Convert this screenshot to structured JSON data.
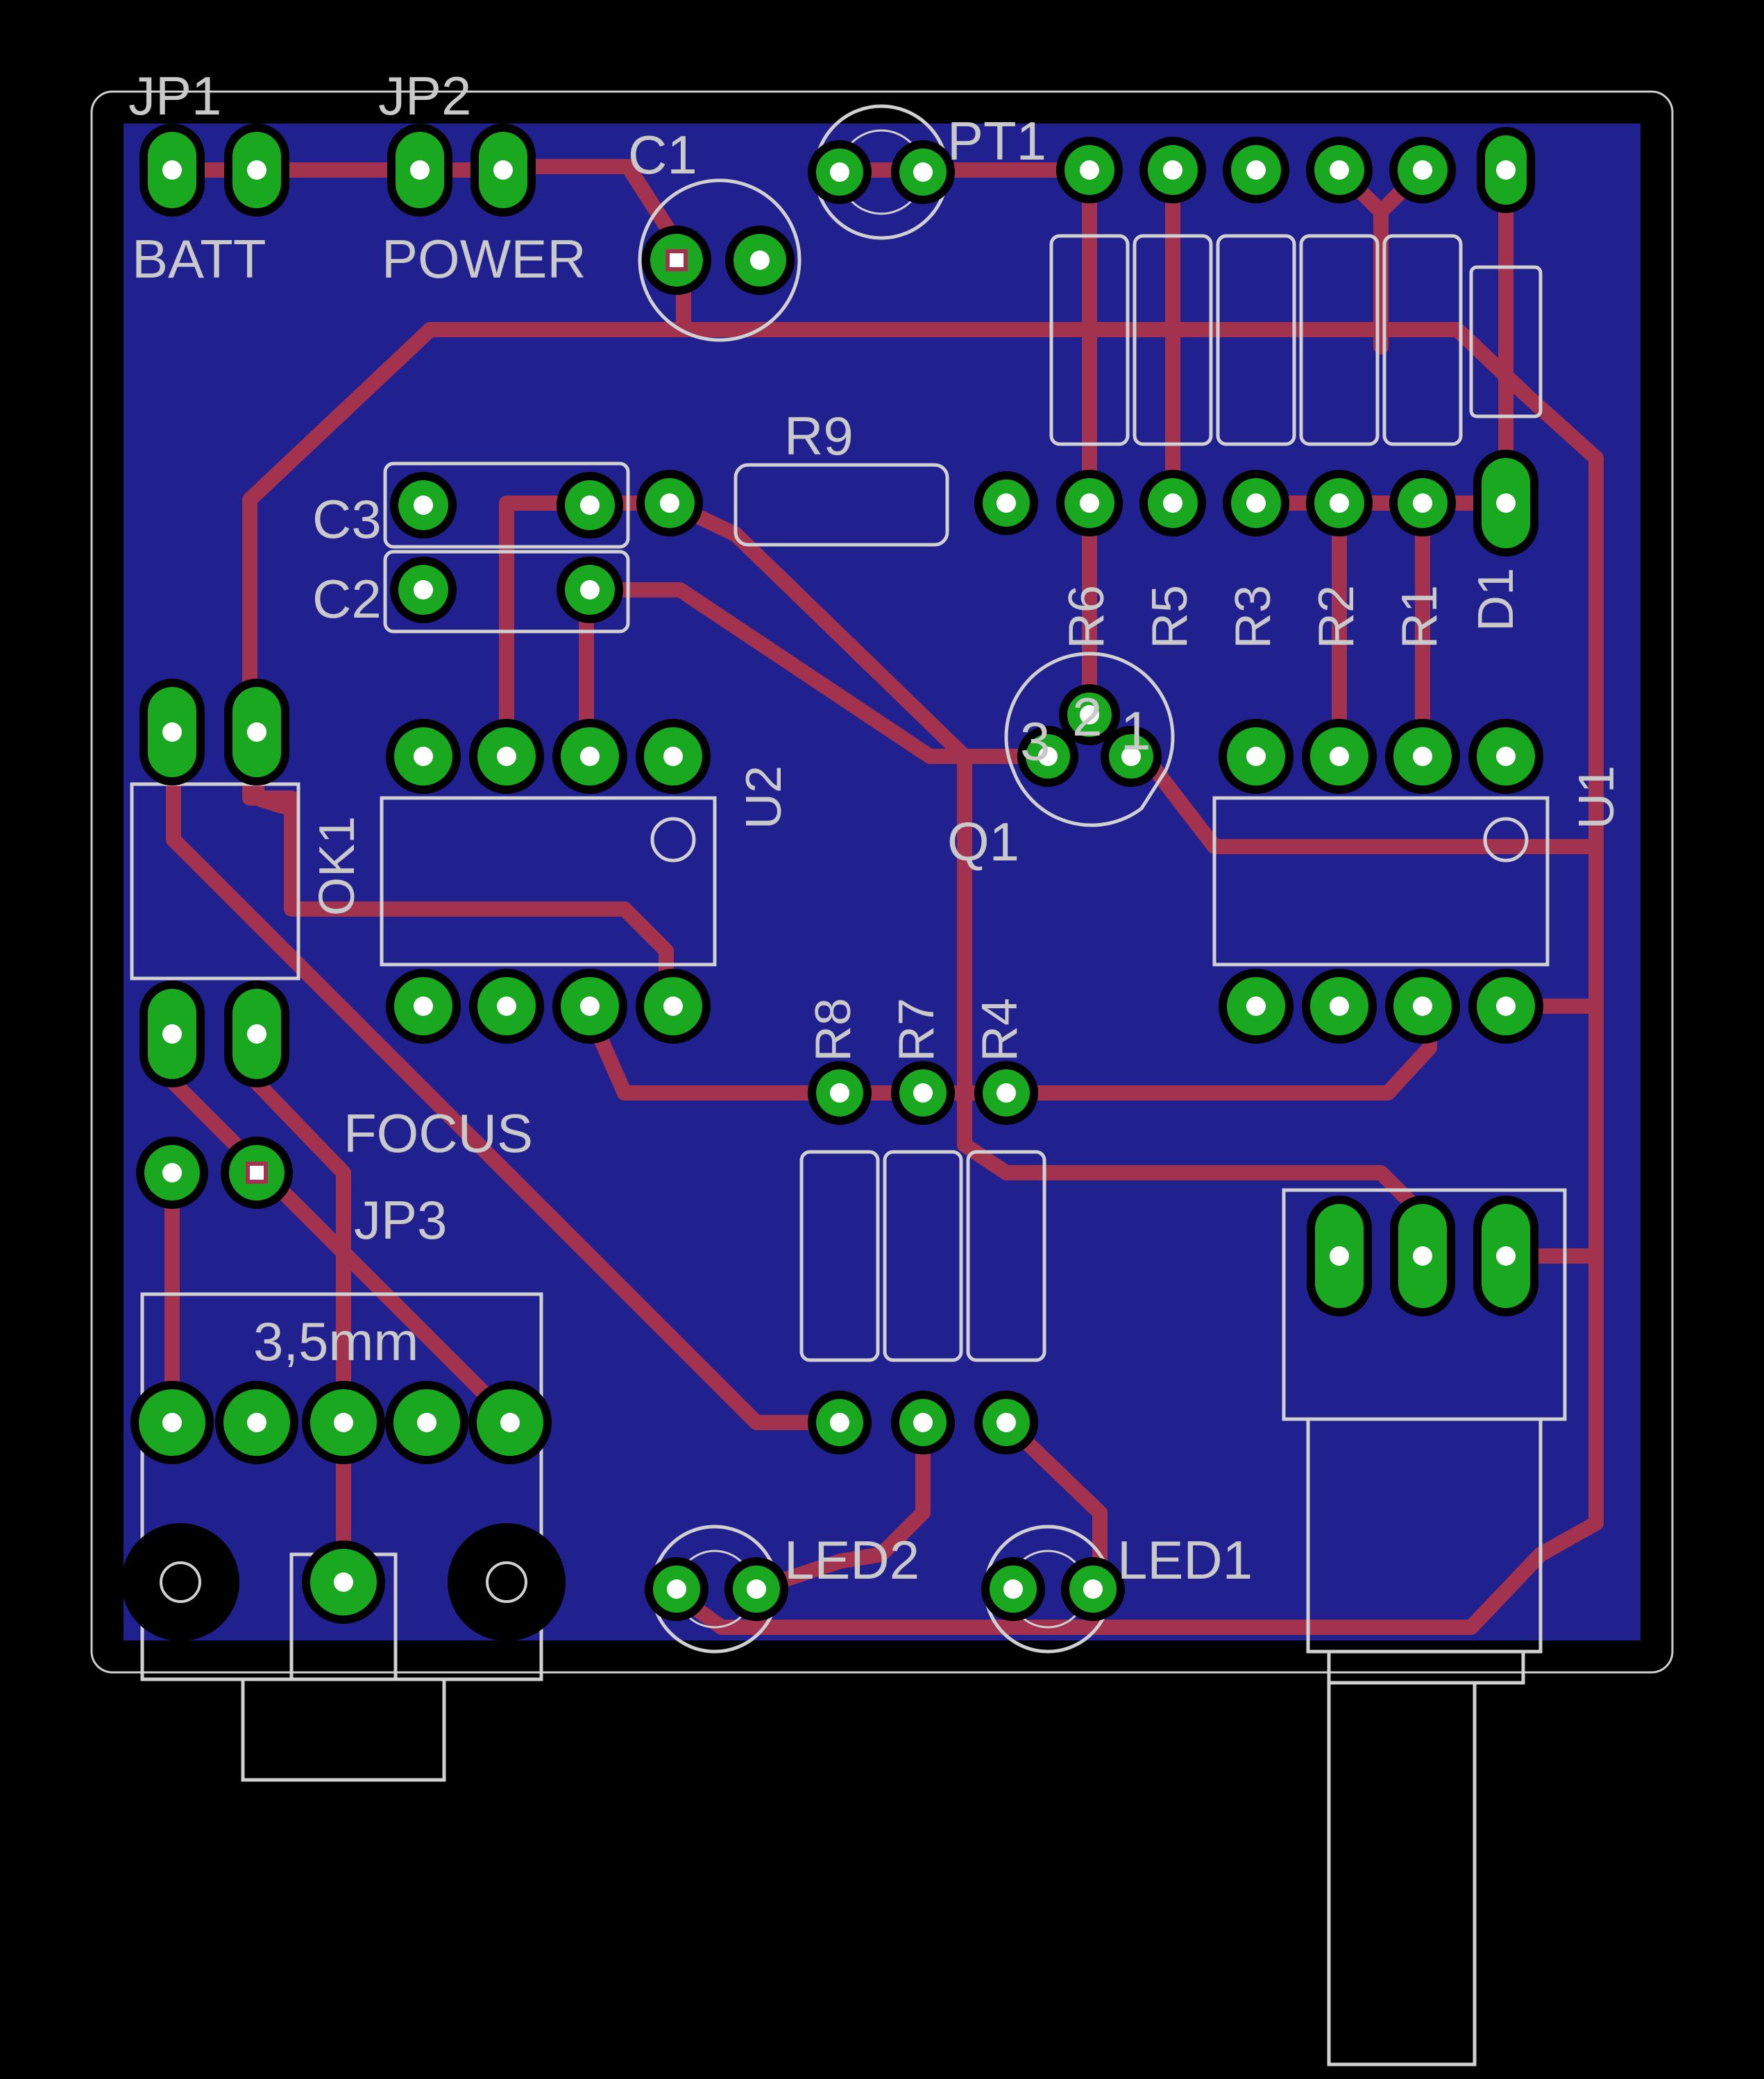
{
  "board": {
    "outline_color": "#d0d0d0",
    "copper_pour_color": "#20208f",
    "trace_color": "#a3324f",
    "pad_color": "#19a81f",
    "background": "#000000"
  },
  "labels": {
    "jp1": "JP1",
    "jp2": "JP2",
    "batt": "BATT",
    "power": "POWER",
    "c1": "C1",
    "pt1": "PT1",
    "c3": "C3",
    "c2": "C2",
    "r9": "R9",
    "r6": "R6",
    "r5": "R5",
    "r3": "R3",
    "r2": "R2",
    "r1": "R1",
    "d1": "D1",
    "ok1": "OK1",
    "u2": "U2",
    "u1": "U1",
    "q1": "Q1",
    "q1_pin3": "3",
    "q1_pin2": "2",
    "q1_pin1": "1",
    "r8": "R8",
    "r7": "R7",
    "r4": "R4",
    "focus": "FOCUS",
    "jp3": "JP3",
    "jack": "3,5mm",
    "led2": "LED2",
    "led1": "LED1"
  }
}
